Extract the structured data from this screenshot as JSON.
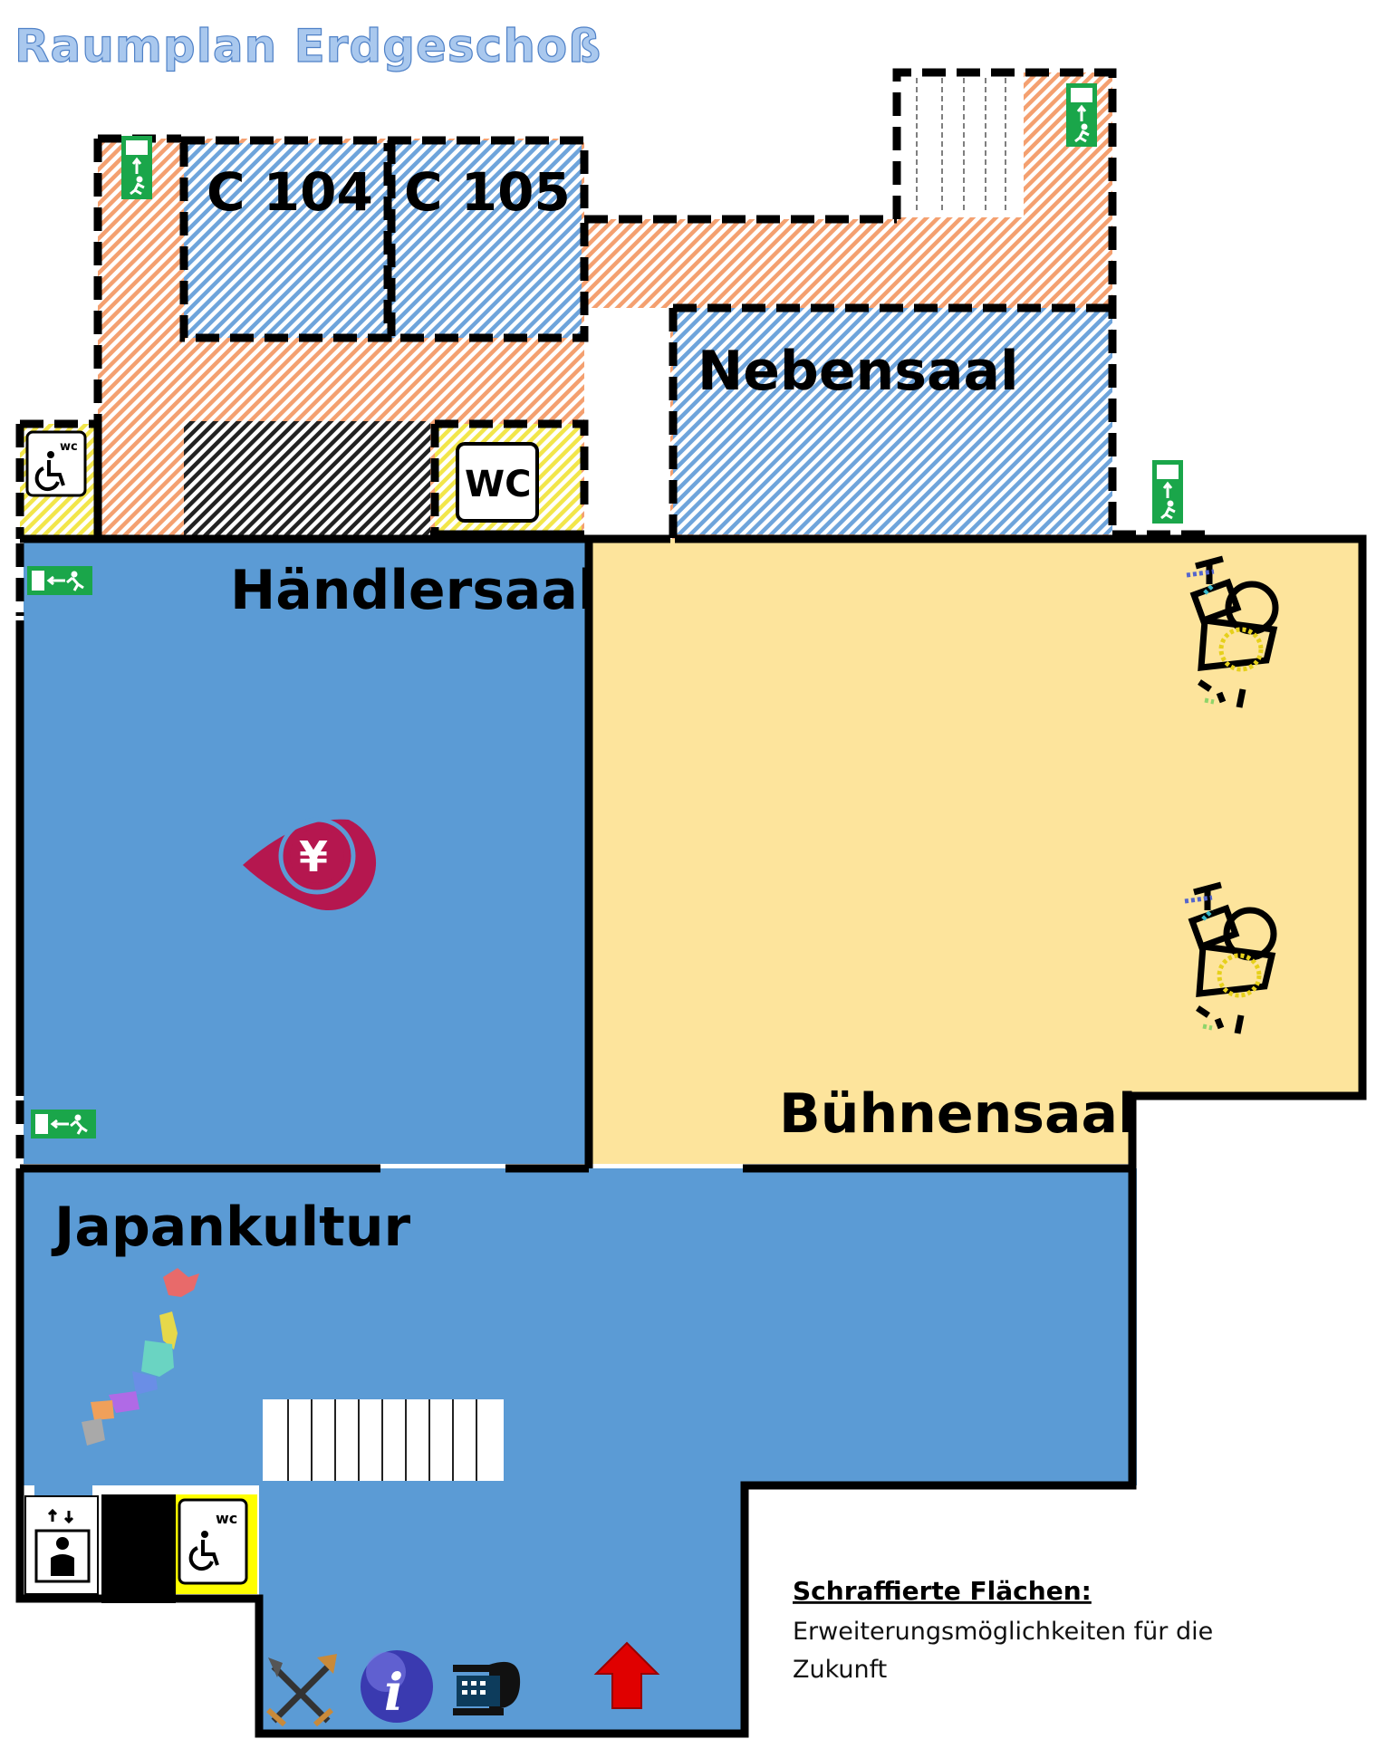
{
  "title": "Raumplan Erdgeschoß",
  "rooms": {
    "c104": "C 104",
    "c105": "C 105",
    "nebensaal": "Nebensaal",
    "haendlersaal": "Händlersaal",
    "buehnensaal": "Bühnensaal",
    "japankultur": "Japankultur"
  },
  "icons": {
    "wc_label": "WC",
    "wc_small": "wc"
  },
  "legend": {
    "title": "Schraffierte Flächen:",
    "line1": "Erweiterungsmöglichkeiten für die",
    "line2": "Zukunft"
  },
  "colors": {
    "blue_room": "#5b9bd5",
    "stage_room": "#fde49c",
    "hatch_orange": "#f4a070",
    "hatch_blue": "#5b9bd5",
    "hatch_yellow": "#f2e64a",
    "exit_green": "#1aa64a",
    "yen_red": "#b5174f",
    "arrow_red": "#e00000"
  },
  "icon_names": [
    "emergency-exit-sign",
    "accessible-wc-icon",
    "wc-icon",
    "yen-icon",
    "spotlight-icon",
    "japan-map-icon",
    "elevator-icon",
    "swords-icon",
    "info-icon",
    "cash-register-icon",
    "up-arrow-icon"
  ]
}
